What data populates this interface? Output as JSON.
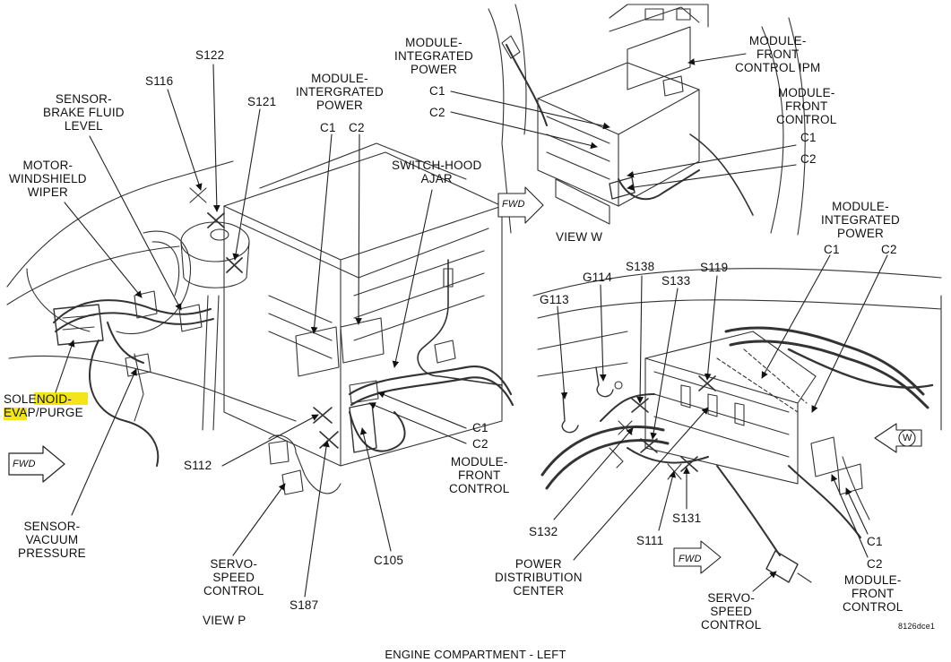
{
  "figure_id": "8126dce1",
  "caption": "ENGINE COMPARTMENT - LEFT",
  "highlight_color": "#f2e200",
  "fwd_label": "FWD",
  "view_p": {
    "title": "VIEW P",
    "labels": {
      "s122": "S122",
      "s116": "S116",
      "s121": "S121",
      "sensor_brake_fluid": "SENSOR-\nBRAKE FLUID\nLEVEL",
      "motor_wiper": "MOTOR-\nWINDSHIELD\nWIPER",
      "module_ipm": "MODULE-\nINTERGRATED\nPOWER",
      "c1": "C1",
      "c2": "C2",
      "switch_hood": "SWITCH-HOOD\nAJAR",
      "solenoid": "SOLENOID-\nEVAP/PURGE",
      "s112": "S112",
      "fc_c1": "C1",
      "fc_c2": "C2",
      "module_fc": "MODULE-\nFRONT\nCONTROL",
      "sensor_vacuum": "SENSOR-\nVACUUM\nPRESSURE",
      "servo": "SERVO-\nSPEED\nCONTROL",
      "c105": "C105",
      "s187": "S187"
    }
  },
  "view_w": {
    "title": "VIEW W",
    "labels": {
      "module_ipm": "MODULE-\nINTEGRATED\nPOWER",
      "c1": "C1",
      "c2": "C2",
      "module_fc_ipm": "MODULE-\nFRONT\nCONTROL IPM",
      "module_fc": "MODULE-\nFRONT\nCONTROL",
      "fc_c1": "C1",
      "fc_c2": "C2"
    }
  },
  "view_3": {
    "labels": {
      "module_ipm": "MODULE-\nINTEGRATED\nPOWER",
      "c1": "C1",
      "c2": "C2",
      "g114": "G114",
      "s138": "S138",
      "s133": "S133",
      "s119": "S119",
      "g113": "G113",
      "w_marker": "W",
      "s132": "S132",
      "s131": "S131",
      "s111": "S111",
      "pdc": "POWER\nDISTRIBUTION\nCENTER",
      "servo": "SERVO-\nSPEED\nCONTROL",
      "fc_c1": "C1",
      "fc_c2": "C2",
      "module_fc": "MODULE-\nFRONT\nCONTROL"
    }
  }
}
